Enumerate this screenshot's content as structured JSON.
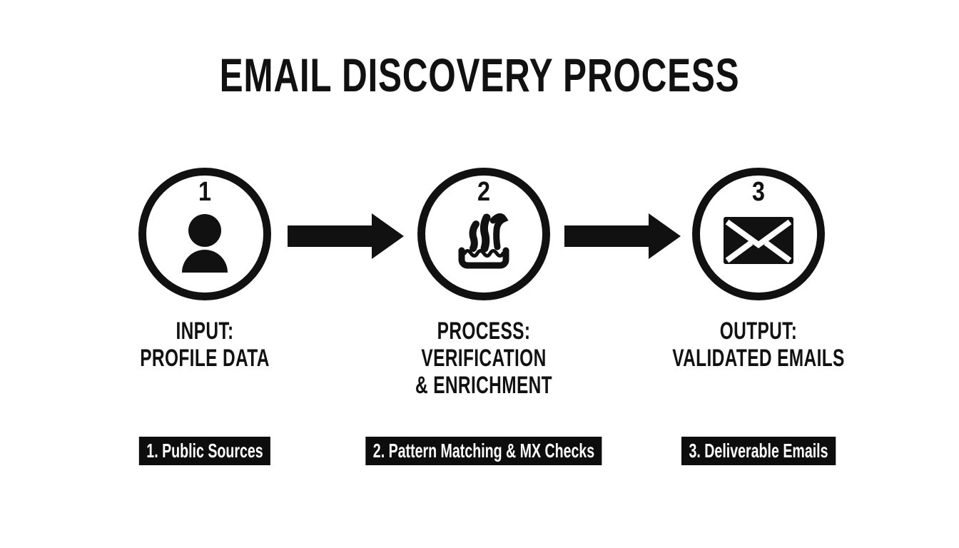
{
  "page": {
    "title": "EMAIL DISCOVERY PROCESS",
    "background": "#ffffff",
    "ink": "#111111",
    "badge_bg": "#0d0d0d",
    "badge_fg": "#ffffff"
  },
  "steps": [
    {
      "number": "1",
      "icon": "person-icon",
      "label_lines": [
        "INPUT:",
        "PROFILE DATA"
      ],
      "badge": "1. Public Sources"
    },
    {
      "number": "2",
      "icon": "waterfall-filter-icon",
      "label_lines": [
        "PROCESS:",
        "VERIFICATION",
        "& ENRICHMENT"
      ],
      "badge": "2. Pattern Matching & MX Checks"
    },
    {
      "number": "3",
      "icon": "envelope-icon",
      "label_lines": [
        "OUTPUT:",
        "VALIDATED EMAILS"
      ],
      "badge": "3. Deliverable Emails"
    }
  ],
  "connectors": [
    {
      "icon": "arrow-right-icon"
    },
    {
      "icon": "arrow-right-icon"
    }
  ]
}
